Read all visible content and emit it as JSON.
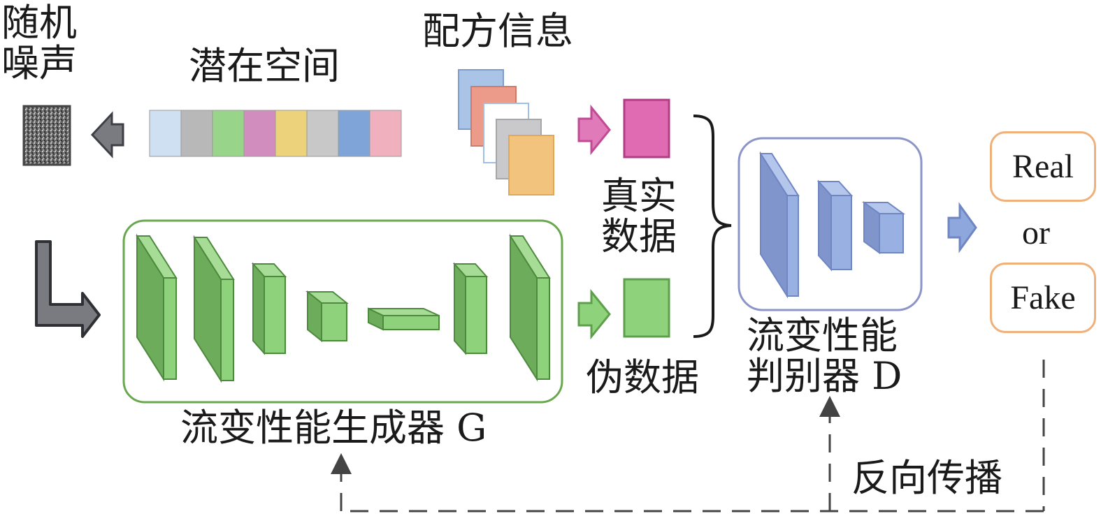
{
  "labels": {
    "noise_line1": "随机",
    "noise_line2": "噪声",
    "latent_space": "潜在空间",
    "formula_info": "配方信息",
    "real_data_line1": "真实",
    "real_data_line2": "数据",
    "fake_data": "伪数据",
    "generator": "流变性能生成器 G",
    "discriminator_line1": "流变性能",
    "discriminator_line2": "判别器 D",
    "real": "Real",
    "or": "or",
    "fake": "Fake",
    "backprop": "反向传播"
  },
  "latent_cells": [
    {
      "color": "#cfe0f2"
    },
    {
      "color": "#b8b8b8"
    },
    {
      "color": "#98d58a"
    },
    {
      "color": "#d08dbd"
    },
    {
      "color": "#ecd27a"
    },
    {
      "color": "#c8c8c8"
    },
    {
      "color": "#7ea4d8"
    },
    {
      "color": "#f1b0bd"
    }
  ],
  "formula_cards": [
    {
      "fill": "#a9c4e6",
      "stroke": "#7d9cc8"
    },
    {
      "fill": "#ec9a8a",
      "stroke": "#d27a6a"
    },
    {
      "fill": "#ffffff",
      "stroke": "#9ec0e6"
    },
    {
      "fill": "#c9c9cc",
      "stroke": "#a5a5aa"
    },
    {
      "fill": "#f2c37c",
      "stroke": "#e0a858"
    }
  ],
  "colors": {
    "generator": "#7ec86b",
    "generator_border": "#6aa84f",
    "discriminator": "#8ea7dc",
    "discriminator_border": "#8b95c9",
    "real_sample": "#e06bb3",
    "fake_sample": "#8fd27c",
    "output_border": "#f0b07a",
    "gray_arrow": "#7a7b80",
    "feedback_line": "#444444"
  }
}
